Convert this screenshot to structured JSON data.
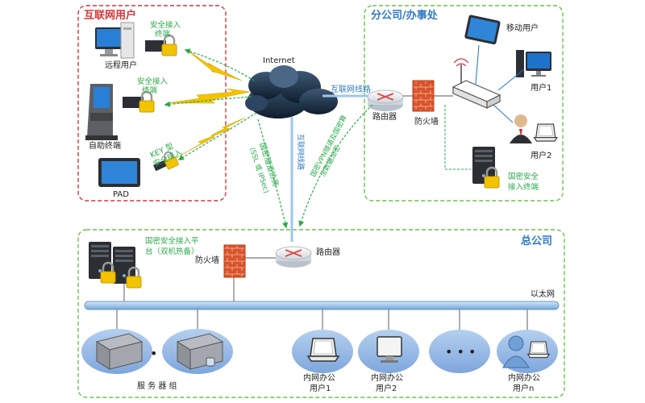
{
  "regions": {
    "internet_users": "互联网用户",
    "branch": "分公司/办事处",
    "hq": "总公司"
  },
  "cloud": {
    "label": "Internet"
  },
  "internet_users": {
    "remote_user": "远程用户",
    "self_service": "自助终端",
    "pad": "PAD",
    "secure_terminal_1": [
      "安全接入",
      "终端"
    ],
    "secure_terminal_2": [
      "安全接入",
      "终端"
    ],
    "key_terminal": [
      "KEY 型",
      "安全接入"
    ]
  },
  "branch": {
    "link_label": "互联网线路",
    "router": "路由器",
    "firewall": "防火墙",
    "mobile_user": "移动用户",
    "user1": "用户1",
    "user2": "用户2",
    "gm_terminal": [
      "国密安全",
      "接入终端"
    ]
  },
  "links": {
    "hq_link": "互联网线路",
    "tunnel_left": [
      "国密隧道协商",
      "(SSL 或 IPSec)"
    ],
    "tunnel_right": [
      "国密VPN隧道及国密算",
      "法数据加密"
    ]
  },
  "hq": {
    "platform": [
      "国密安全接入平",
      "台（双机热备）"
    ],
    "firewall": "防火墙",
    "router": "路由器",
    "ethernet": "以太网",
    "server_group": "服 务 器 组",
    "office_user1": [
      "内网办公",
      "用户1"
    ],
    "office_user2": [
      "内网办公",
      "用户2"
    ],
    "office_usern": [
      "内网办公",
      "用户n"
    ],
    "dots": "• • •"
  },
  "colors": {
    "red_region": "#d6353a",
    "green_region": "#6cc04a",
    "green_text": "#2aa84a",
    "blue_title": "#2f79c4",
    "lightning": "#f2c400",
    "lan_bar": "#9ec7ea",
    "ellipse": "#8fb4e3",
    "cloud": "#1f3650"
  }
}
